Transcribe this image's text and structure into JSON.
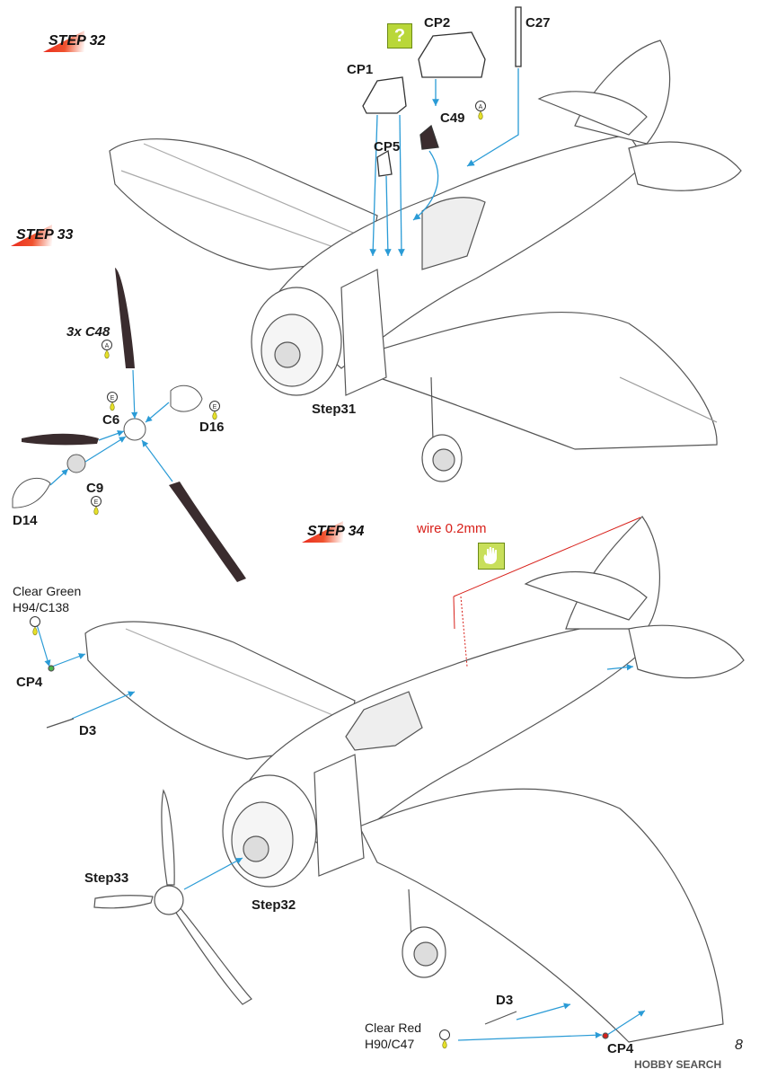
{
  "steps": {
    "s32": "STEP 32",
    "s33": "STEP 33",
    "s34": "STEP 34"
  },
  "parts": {
    "cp1": "CP1",
    "cp2": "CP2",
    "c27": "C27",
    "c49": "C49",
    "cp5": "CP5",
    "c48": "3x C48",
    "c6": "C6",
    "d16": "D16",
    "c9": "C9",
    "d14": "D14",
    "cp4_top": "CP4",
    "d3_top": "D3",
    "d3_bottom": "D3",
    "cp4_bottom": "CP4"
  },
  "refs": {
    "step31": "Step31",
    "step33": "Step33",
    "step32": "Step32"
  },
  "paints": {
    "clear_green_name": "Clear Green",
    "clear_green_code": "H94/C138",
    "clear_red_name": "Clear Red",
    "clear_red_code": "H90/C47",
    "paint_a": "A",
    "paint_e": "E"
  },
  "notes": {
    "wire": "wire 0.2mm"
  },
  "page_number": "8",
  "watermark": "HOBBY SEARCH",
  "colors": {
    "accent_red": "#e8261b",
    "arrow_blue": "#2a9bd6",
    "line_gray": "#555555",
    "wire_red": "#d8201a",
    "icon_green": "#b9d739",
    "propeller": "#3a2c2e"
  },
  "icons": {
    "uncertain": "question-mark-icon",
    "hand": "hand-icon"
  }
}
